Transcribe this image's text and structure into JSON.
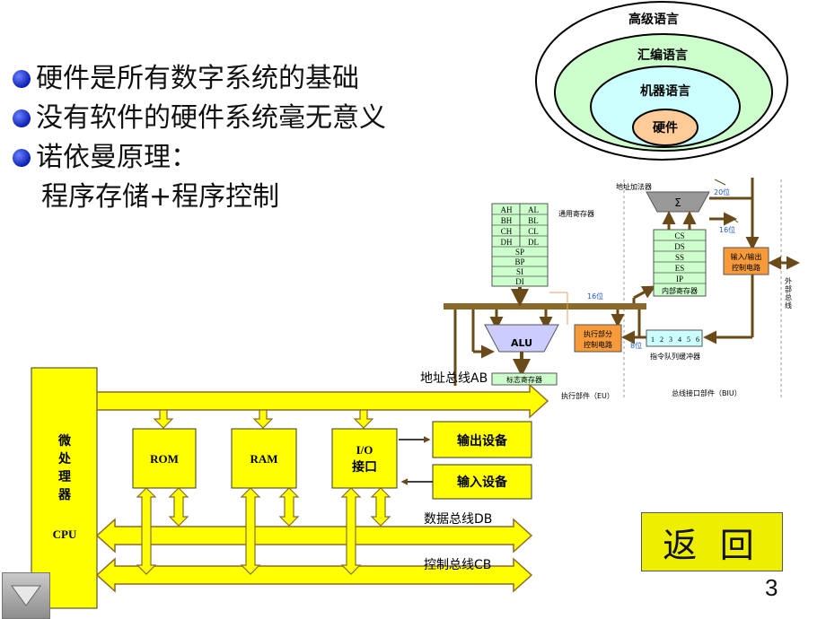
{
  "bullets": {
    "items": [
      "硬件是所有数字系统的基础",
      "没有软件的硬件系统毫无意义",
      "诺依曼原理："
    ],
    "sub": "程序存储+程序控制"
  },
  "layers": [
    "高级语言",
    "汇编语言",
    "机器语言",
    "硬件"
  ],
  "cpu8086": {
    "regs_pairs": [
      [
        "AH",
        "AL"
      ],
      [
        "BH",
        "BL"
      ],
      [
        "CH",
        "CL"
      ],
      [
        "DH",
        "DL"
      ]
    ],
    "regs_single": [
      "SP",
      "BP",
      "SI",
      "DI"
    ],
    "general_label": "通用寄存器",
    "seg_regs": [
      "CS",
      "DS",
      "SS",
      "ES",
      "IP"
    ],
    "internal_label": "内部寄存器",
    "addr_adder": "地址加法器",
    "sigma": "Σ",
    "w20": "20位",
    "w16a": "16位",
    "w16b": "16位",
    "w8": "8位",
    "io_ctrl": [
      "输入/输出",
      "控制电路"
    ],
    "ext_bus": [
      "外",
      "部",
      "总",
      "线"
    ],
    "alu": "ALU",
    "exec_ctrl": [
      "执行部分",
      "控制电路"
    ],
    "flags": "标志寄存器",
    "queue": [
      "1",
      "2",
      "3",
      "4",
      "5",
      "6"
    ],
    "queue_label": "指令队列缓冲器",
    "eu": "执行部件（EU）",
    "biu": "总线接口部件（BIU）"
  },
  "system": {
    "cpu_chars": [
      "微",
      "处",
      "理",
      "器"
    ],
    "cpu_en": "CPU",
    "rom": "ROM",
    "ram": "RAM",
    "io_1": "I/O",
    "io_2": "接口",
    "out_dev": "输出设备",
    "in_dev": "输入设备",
    "ab": "地址总线AB",
    "db": "数据总线DB",
    "cb": "控制总线CB"
  },
  "nav": {
    "back": "返 回",
    "page": "3"
  }
}
